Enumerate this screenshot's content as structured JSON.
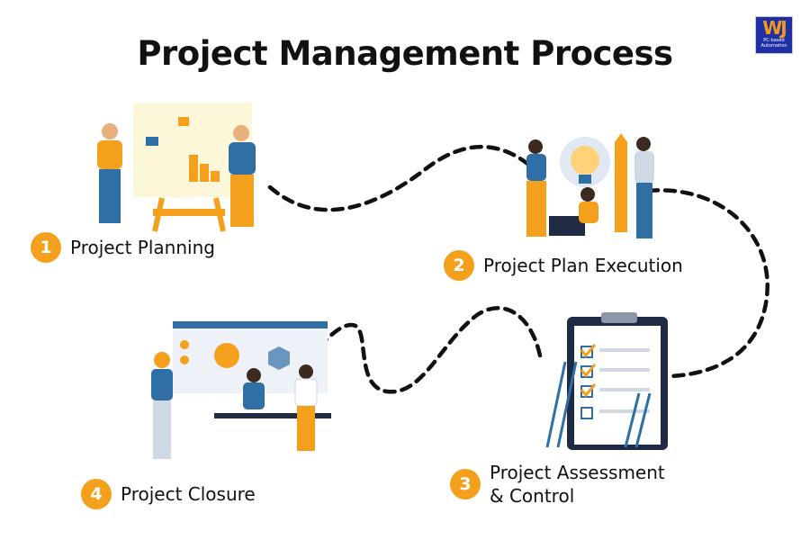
{
  "title": "Project Management Process",
  "logo": {
    "mark": "WJ",
    "caption_line1": "PC-based",
    "caption_line2": "Automation"
  },
  "colors": {
    "accent": "#f5a01c",
    "navy": "#1f2fa6",
    "text": "#111111",
    "blue": "#2f6fa6"
  },
  "steps": [
    {
      "number": "1",
      "label": "Project Planning"
    },
    {
      "number": "2",
      "label": "Project Plan Execution"
    },
    {
      "number": "3",
      "label": "Project Assessment\n& Control"
    },
    {
      "number": "4",
      "label": "Project Closure"
    }
  ]
}
